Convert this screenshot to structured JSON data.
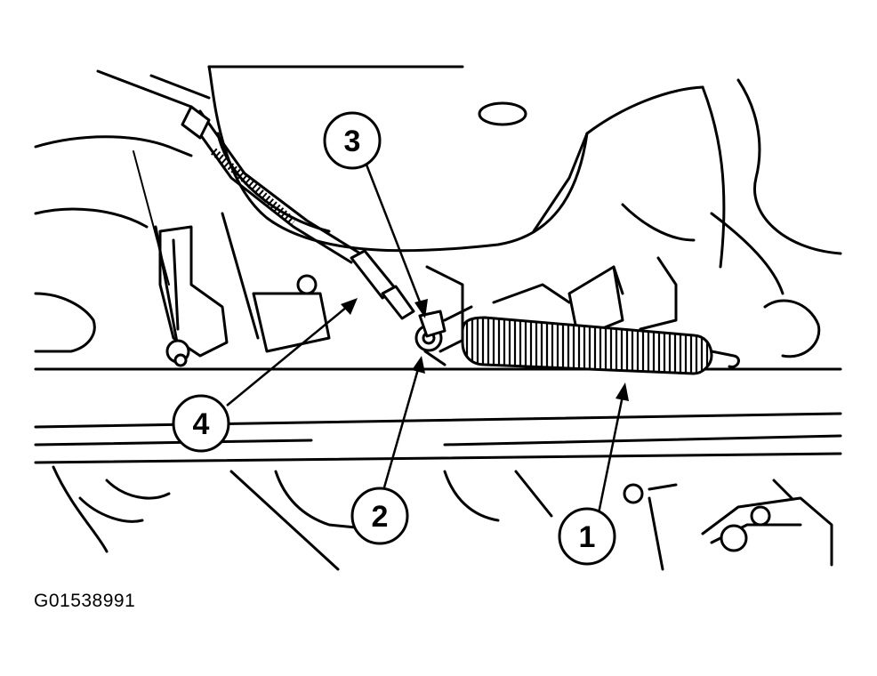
{
  "figure_id": "G01538991",
  "callouts": [
    {
      "label": "1"
    },
    {
      "label": "2"
    },
    {
      "label": "3"
    },
    {
      "label": "4"
    }
  ]
}
